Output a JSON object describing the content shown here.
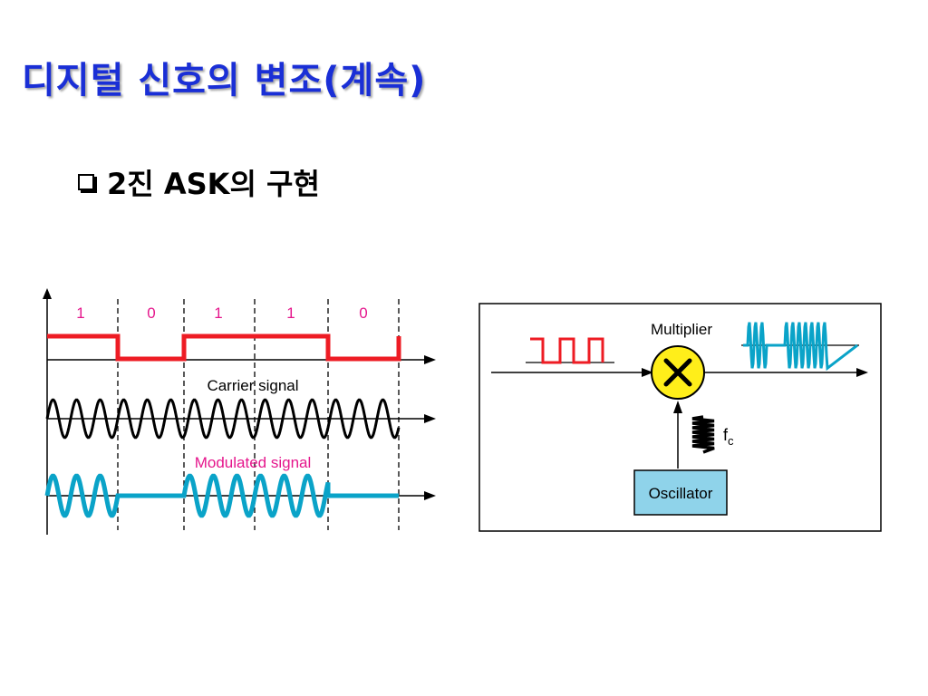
{
  "title": "디지털 신호의 변조(계속)",
  "bullet": {
    "text": "2진 ASK의 구현"
  },
  "waveform": {
    "bits": [
      "1",
      "0",
      "1",
      "1",
      "0"
    ],
    "carrier_label": "Carrier signal",
    "modulated_label": "Modulated signal"
  },
  "block_diagram": {
    "multiplier_label": "Multiplier",
    "oscillator_label": "Oscillator",
    "fc_label": "f",
    "fc_subscript": "c"
  },
  "colors": {
    "title": "#1a2fd6",
    "digital_signal": "#ee1c24",
    "modulated_signal": "#0aa3c8",
    "bit_label": "#e5168c",
    "multiplier_fill": "#ffee1a",
    "oscillator_fill": "#8fd3ea"
  }
}
